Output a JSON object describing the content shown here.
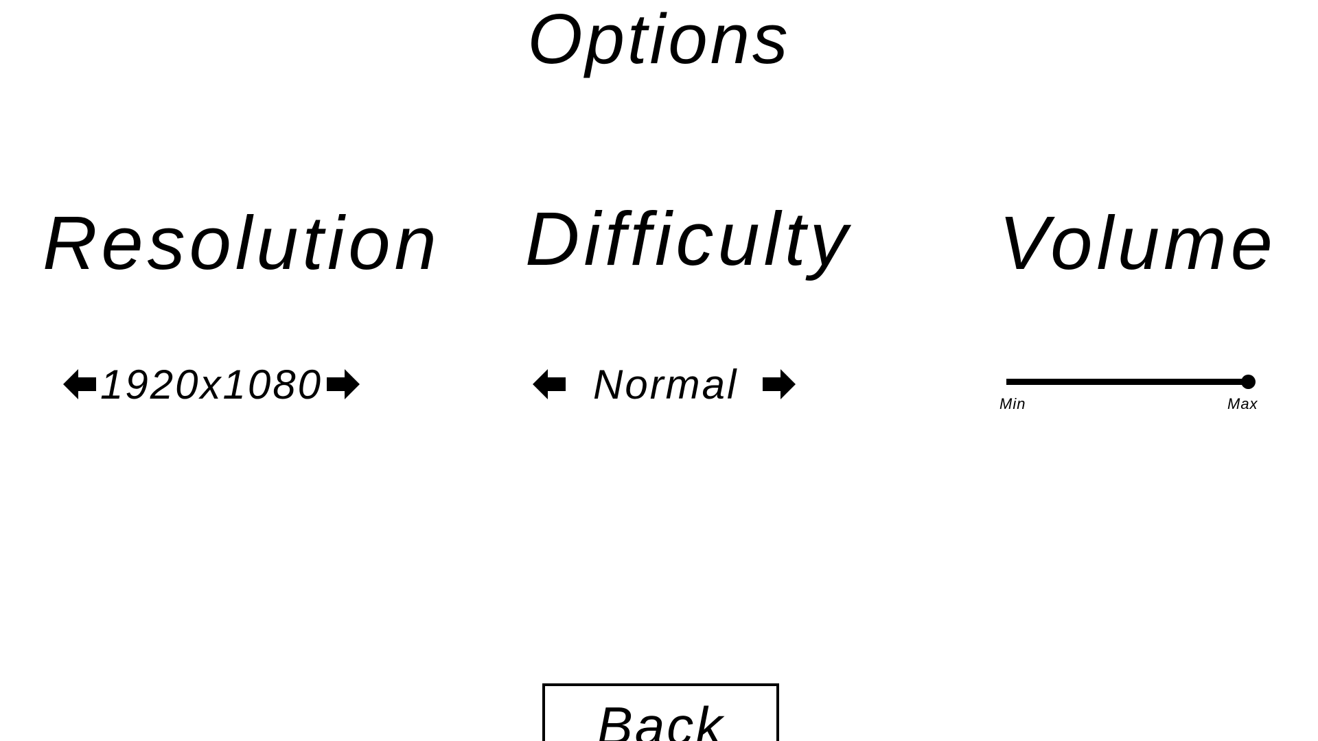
{
  "screen": {
    "title": "Options"
  },
  "resolution": {
    "heading": "Resolution",
    "value": "1920x1080",
    "prev_icon": "arrow-left-icon",
    "next_icon": "arrow-right-icon"
  },
  "difficulty": {
    "heading": "Difficulty",
    "value": "Normal",
    "prev_icon": "arrow-left-icon",
    "next_icon": "arrow-right-icon"
  },
  "volume": {
    "heading": "Volume",
    "min_label": "Min",
    "max_label": "Max",
    "level_percent": 100
  },
  "back_button": {
    "label": "Back"
  },
  "colors": {
    "background": "#ffffff",
    "foreground": "#000000"
  }
}
